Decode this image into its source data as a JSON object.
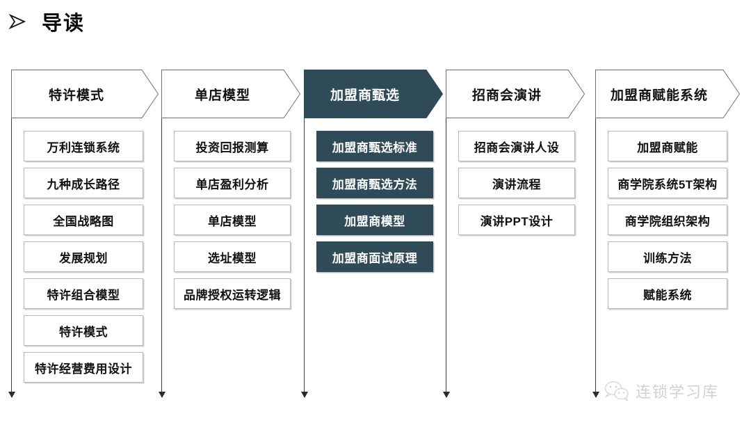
{
  "page": {
    "title": "导读",
    "bullet_icon": "arrow-bullet-icon",
    "accent_color": "#2f4b58",
    "border_color": "#b8b8b8"
  },
  "watermark": {
    "icon": "wechat-icon",
    "text": "连锁学习库"
  },
  "columns": [
    {
      "header": "特许模式",
      "highlighted": false,
      "items": [
        "万利连锁系统",
        "九种成长路径",
        "全国战略图",
        "发展规划",
        "特许组合模型",
        "特许模式",
        "特许经营费用设计"
      ]
    },
    {
      "header": "单店模型",
      "highlighted": false,
      "items": [
        "投资回报测算",
        "单店盈利分析",
        "单店模型",
        "选址模型",
        "品牌授权运转逻辑"
      ]
    },
    {
      "header": "加盟商甄选",
      "highlighted": true,
      "items": [
        "加盟商甄选标准",
        "加盟商甄选方法",
        "加盟商模型",
        "加盟商面试原理"
      ]
    },
    {
      "header": "招商会演讲",
      "highlighted": false,
      "items": [
        "招商会演讲人设",
        "演讲流程",
        "演讲PPT设计"
      ]
    },
    {
      "header": "加盟商赋能系统",
      "highlighted": false,
      "items": [
        "加盟商赋能",
        "商学院系统5T架构",
        "商学院组织架构",
        "训练方法",
        "赋能系统"
      ]
    }
  ]
}
